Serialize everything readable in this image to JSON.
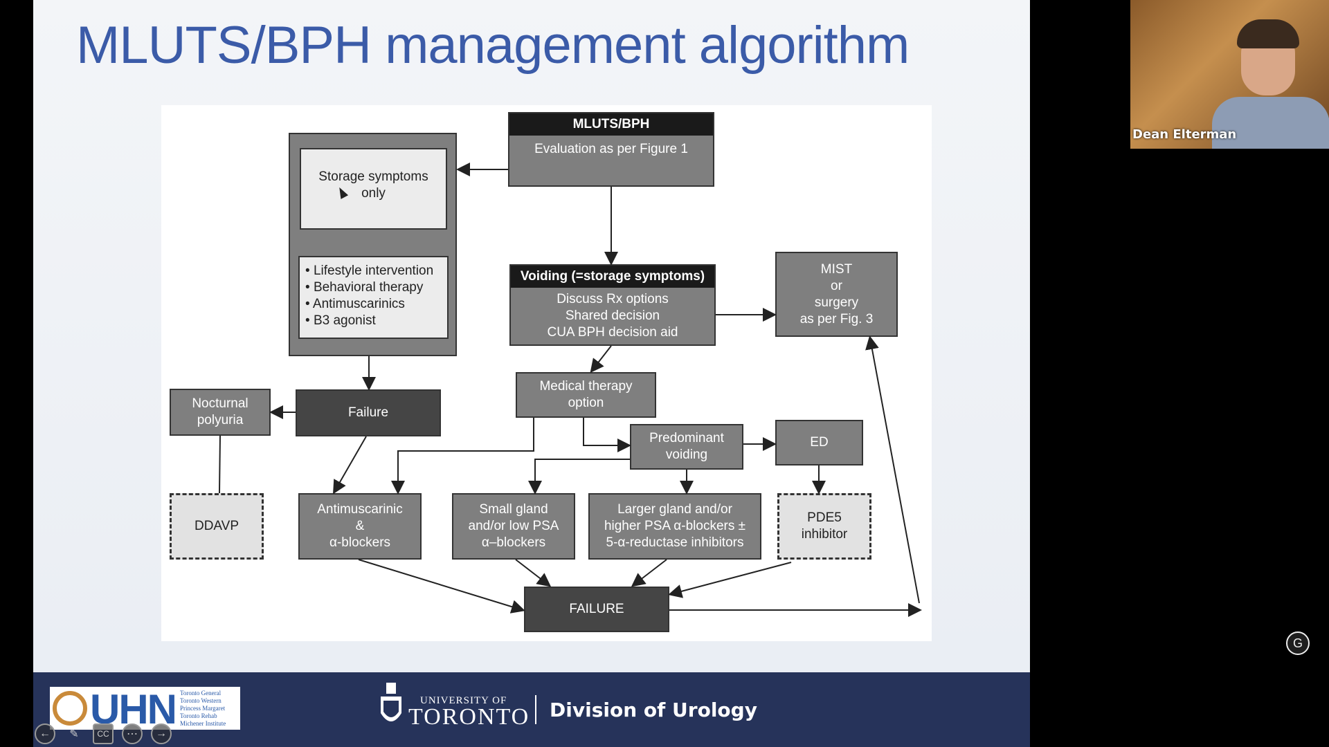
{
  "slide": {
    "title": "MLUTS/BPH management algorithm"
  },
  "diagram": {
    "mluts": {
      "header": "MLUTS/BPH",
      "body": "Evaluation as per Figure 1"
    },
    "storage": {
      "text": "Storage symptoms only"
    },
    "storage_options": [
      "Lifestyle intervention",
      "Behavioral therapy",
      "Antimuscarinics",
      "B3 agonist"
    ],
    "voiding": {
      "header": "Voiding (=storage symptoms)",
      "lines": [
        "Discuss Rx options",
        "Shared decision",
        "CUA BPH decision aid"
      ]
    },
    "mist": {
      "lines": [
        "MIST",
        "or",
        "surgery",
        "as per Fig. 3"
      ]
    },
    "medical_therapy": {
      "lines": [
        "Medical therapy",
        "option"
      ]
    },
    "nocturnal": {
      "lines": [
        "Nocturnal",
        "polyuria"
      ]
    },
    "failure_top": "Failure",
    "predominant": {
      "lines": [
        "Predominant",
        "voiding"
      ]
    },
    "ed": "ED",
    "ddavp": "DDAVP",
    "antimuscarinic": {
      "lines": [
        "Antimuscarinic",
        "&",
        "α-blockers"
      ]
    },
    "small_gland": {
      "lines": [
        "Small gland",
        "and/or low PSA",
        "α–blockers"
      ]
    },
    "larger_gland": {
      "lines": [
        "Larger gland and/or",
        "higher PSA α-blockers ±",
        "5-α-reductase inhibitors"
      ]
    },
    "pde5": {
      "lines": [
        "PDE5",
        "inhibitor"
      ]
    },
    "failure_bottom": "FAILURE"
  },
  "footer": {
    "uhn_logo": "UHN",
    "uhn_hospitals": [
      "Toronto General",
      "Toronto Western",
      "Princess Margaret",
      "Toronto Rehab",
      "Michener Institute"
    ],
    "uoft_small": "UNIVERSITY OF",
    "uoft_big": "TORONTO",
    "division": "Division of Urology"
  },
  "controls": {
    "prev": "←",
    "pen": "✎",
    "cc": "CC",
    "more": "⋯",
    "next": "→"
  },
  "video": {
    "participant_name": "Dean Elterman"
  },
  "g_button": "G",
  "colors": {
    "title": "#3b5ba8",
    "node_fill": "#7f7f7f",
    "node_dark": "#454545",
    "footer": "#26335a"
  }
}
